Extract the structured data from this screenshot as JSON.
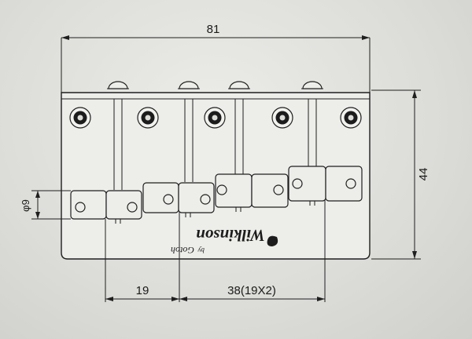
{
  "diagram": {
    "dimensions": {
      "overall_width": "81",
      "height": "44",
      "diameter": "φ9",
      "spacing_first": "19",
      "spacing_rest": "38(19X2)"
    },
    "logo": {
      "brand": "Wilkinson",
      "prefix": "by",
      "sub": "Gotoh"
    },
    "colors": {
      "line": "#1f1f1f",
      "plate": "#ededea"
    }
  }
}
